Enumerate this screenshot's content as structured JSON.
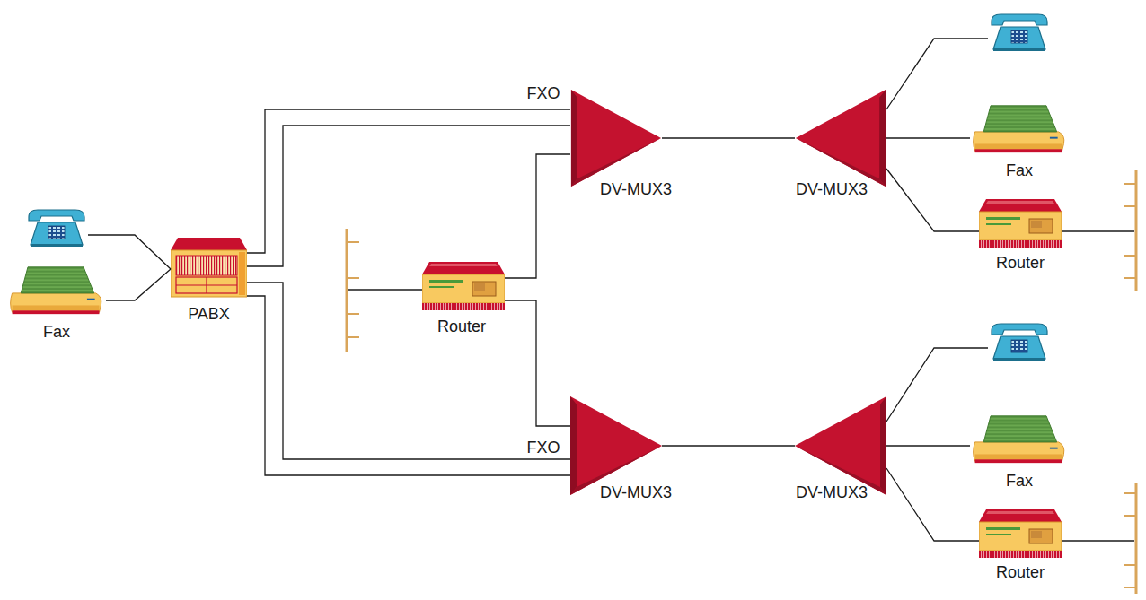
{
  "diagram": {
    "nodes": [
      {
        "text": [
          "Fax"
        ]
      },
      {
        "text": [
          "PABX"
        ]
      },
      {
        "text": [
          "Router"
        ]
      },
      {
        "text": [
          "DV-MUX3"
        ]
      },
      {
        "text": [
          "DV-MUX3"
        ]
      },
      {
        "text": [
          "Fax"
        ]
      },
      {
        "text": [
          "Router"
        ]
      },
      {
        "text": [
          "DV-MUX3"
        ]
      },
      {
        "text": [
          "DV-MUX3"
        ]
      },
      {
        "text": [
          "Fax"
        ]
      },
      {
        "text": [
          "Router"
        ]
      }
    ],
    "edges": [
      {
        "from": 0,
        "to": 1,
        "arrow": "none"
      },
      {
        "from": 1,
        "to": 3,
        "arrow": "none",
        "label": "FXO"
      },
      {
        "from": 1,
        "to": 3,
        "arrow": "none"
      },
      {
        "from": 1,
        "to": 7,
        "arrow": "none",
        "label": "FXO"
      },
      {
        "from": 1,
        "to": 7,
        "arrow": "none"
      },
      {
        "from": 2,
        "to": 3,
        "arrow": "none"
      },
      {
        "from": 2,
        "to": 7,
        "arrow": "none"
      },
      {
        "from": 3,
        "to": 4,
        "arrow": "none"
      },
      {
        "from": 7,
        "to": 8,
        "arrow": "none"
      },
      {
        "from": 4,
        "to": 5,
        "arrow": "none"
      },
      {
        "from": 4,
        "to": 6,
        "arrow": "none"
      },
      {
        "from": 8,
        "to": 9,
        "arrow": "none"
      },
      {
        "from": 8,
        "to": 10,
        "arrow": "none"
      }
    ]
  }
}
